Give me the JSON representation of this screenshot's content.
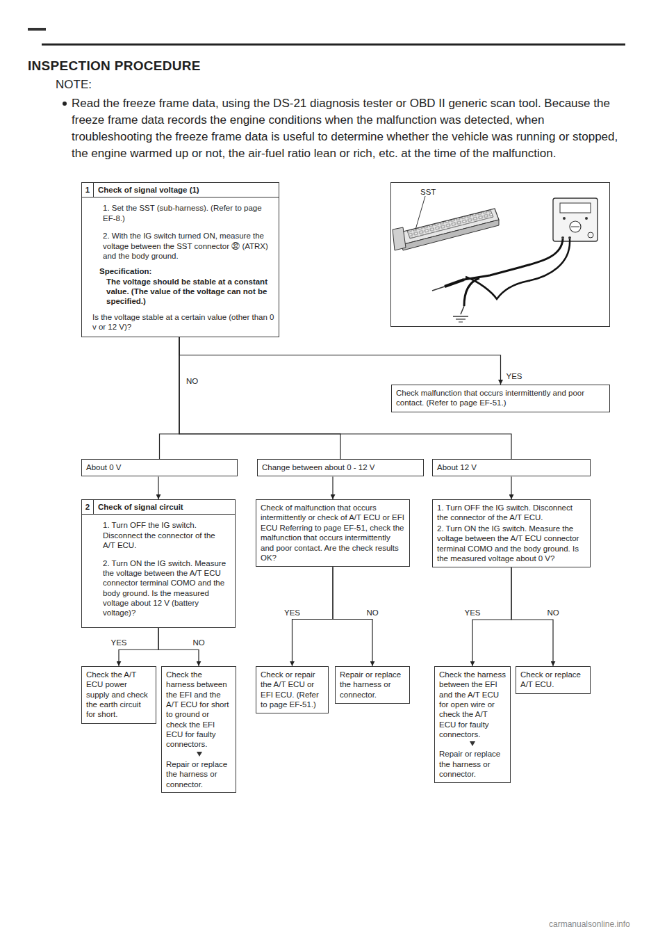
{
  "diagram": {
    "title": "INSPECTION PROCEDURE",
    "nodes": [
      {
        "text": [
          "1",
          "Check of signal voltage (1)",
          "1. Set the SST (sub-harness). (Refer to page EF-8.)",
          "2. With the IG switch turned ON, measure the voltage between the SST connector ㉜ (ATRX) and the body ground.",
          "Specification:",
          "The voltage should be stable at a constant value. (The value of the voltage can not be specified.)",
          "Is the voltage stable at a certain value (other than 0 v or 12 V)?"
        ]
      },
      {
        "text": [
          "SST"
        ]
      },
      {
        "text": [
          "Check malfunction that occurs intermittently and poor contact. (Refer to page EF-51.)"
        ]
      },
      {
        "text": [
          "About 0 V"
        ]
      },
      {
        "text": [
          "Change between about 0 - 12 V"
        ]
      },
      {
        "text": [
          "About 12 V"
        ]
      },
      {
        "text": [
          "2",
          "Check of signal circuit",
          "1. Turn OFF the IG switch. Disconnect the connector of the A/T ECU.",
          "2. Turn ON the IG switch. Measure the voltage between the A/T ECU connector terminal COMO and the body ground. Is the measured voltage about 12 V (battery voltage)?"
        ]
      },
      {
        "text": [
          "Check of malfunction that occurs intermittently or check of A/T ECU or EFI ECU Referring to page EF-51, check the malfunction that occurs intermittently and poor contact. Are the check results OK?"
        ]
      },
      {
        "text": [
          "1. Turn OFF the IG switch. Disconnect the connector of the A/T ECU.",
          "2. Turn ON the IG switch. Measure the voltage between the A/T ECU connector terminal COMO and the body ground. Is the measured voltage about 0 V?"
        ]
      },
      {
        "text": [
          "Check the A/T ECU power supply and check the earth circuit for short."
        ]
      },
      {
        "text": [
          "Check the harness between the EFI and the A/T ECU for short to ground or check the EFI ECU for faulty connectors.",
          "Repair or replace the harness or connector."
        ]
      },
      {
        "text": [
          "Check or repair the A/T ECU or EFI ECU. (Refer to page EF-51.)"
        ]
      },
      {
        "text": [
          "Repair or replace the harness or connector."
        ]
      },
      {
        "text": [
          "Check the harness between the EFI and the A/T ECU for open wire or check the A/T ECU for faulty connectors.",
          "Repair or replace the harness or connector."
        ]
      },
      {
        "text": [
          "Check or replace A/T ECU."
        ]
      }
    ],
    "edges": [
      {
        "from": 0,
        "to": 2,
        "arrow": "to",
        "label": "YES"
      },
      {
        "from": 0,
        "to": 3,
        "arrow": "none",
        "label": "NO"
      },
      {
        "from": 0,
        "to": 4,
        "arrow": "none"
      },
      {
        "from": 0,
        "to": 5,
        "arrow": "none"
      },
      {
        "from": 3,
        "to": 6,
        "arrow": "to"
      },
      {
        "from": 4,
        "to": 7,
        "arrow": "to"
      },
      {
        "from": 5,
        "to": 8,
        "arrow": "to"
      },
      {
        "from": 6,
        "to": 9,
        "arrow": "to",
        "label": "YES"
      },
      {
        "from": 6,
        "to": 10,
        "arrow": "to",
        "label": "NO"
      },
      {
        "from": 7,
        "to": 11,
        "arrow": "to",
        "label": "YES"
      },
      {
        "from": 7,
        "to": 12,
        "arrow": "to",
        "label": "NO"
      },
      {
        "from": 8,
        "to": 13,
        "arrow": "to",
        "label": "YES"
      },
      {
        "from": 8,
        "to": 14,
        "arrow": "to",
        "label": "NO"
      }
    ],
    "labels": [
      "NOTE:",
      "Read the freeze frame data, using the DS-21 diagnosis tester or OBD II generic scan tool. Because the freeze frame data records the engine conditions when the malfunction was detected, when troubleshooting the freeze frame data is useful to determine whether the vehicle was running or stopped, the engine warmed up or not, the air-fuel ratio lean or rich, etc. at the time of the malfunction.",
      "carmanualsonline.info"
    ]
  }
}
